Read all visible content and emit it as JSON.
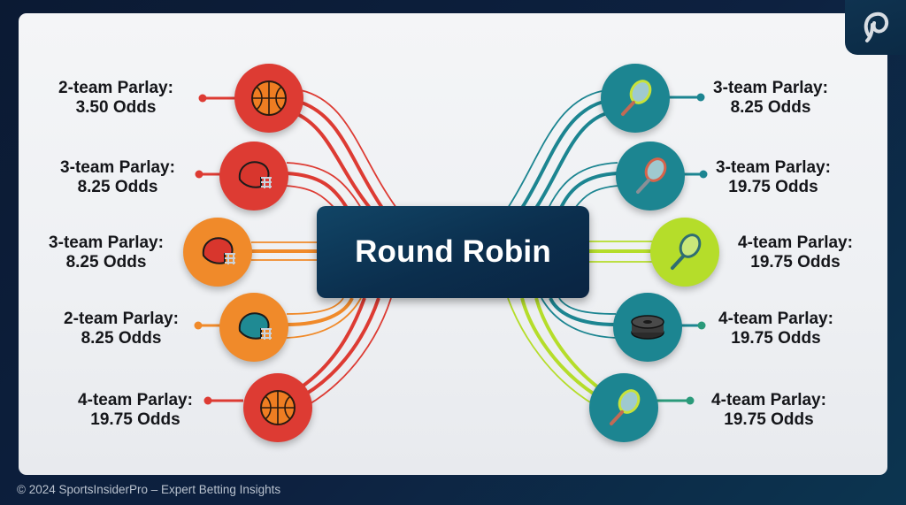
{
  "title": "Round Robin",
  "footer": "© 2024 SportsInsiderPro – Expert Betting Insights",
  "logo": {
    "icon": "brand-swirl-logo-icon"
  },
  "colors": {
    "background": "#0b1a33",
    "card": "#f1f2f5",
    "center_box": "#0b2e4d",
    "red": "#dd3b33",
    "orange": "#f08a2a",
    "teal": "#1c8591",
    "lime": "#b5dd2a",
    "text": "#15161a"
  },
  "left_nodes": [
    {
      "line1": "2-team Parlay:",
      "line2": "3.50 Odds",
      "icon": "basketball-icon",
      "color": "#dd3b33"
    },
    {
      "line1": "3-team Parlay:",
      "line2": "8.25 Odds",
      "icon": "football-helmet-icon",
      "color": "#dd3b33"
    },
    {
      "line1": "3-team Parlay:",
      "line2": "8.25 Odds",
      "icon": "football-helmet-icon",
      "color": "#f08a2a"
    },
    {
      "line1": "2-team Parlay:",
      "line2": "8.25 Odds",
      "icon": "football-helmet-icon",
      "color": "#f08a2a"
    },
    {
      "line1": "4-team Parlay:",
      "line2": "19.75 Odds",
      "icon": "basketball-icon",
      "color": "#dd3b33"
    }
  ],
  "right_nodes": [
    {
      "line1": "3-team Parlay:",
      "line2": "8.25 Odds",
      "icon": "tennis-racket-icon",
      "color": "#1c8591"
    },
    {
      "line1": "3-team Parlay:",
      "line2": "19.75 Odds",
      "icon": "tennis-racket-icon",
      "color": "#1c8591"
    },
    {
      "line1": "4-team Parlay:",
      "line2": "19.75 Odds",
      "icon": "tennis-racket-icon",
      "color": "#b5dd2a"
    },
    {
      "line1": "4-team Parlay:",
      "line2": "19.75 Odds",
      "icon": "hockey-puck-icon",
      "color": "#1c8591"
    },
    {
      "line1": "4-team Parlay:",
      "line2": "19.75 Odds",
      "icon": "tennis-racket-icon",
      "color": "#1c8591"
    }
  ]
}
